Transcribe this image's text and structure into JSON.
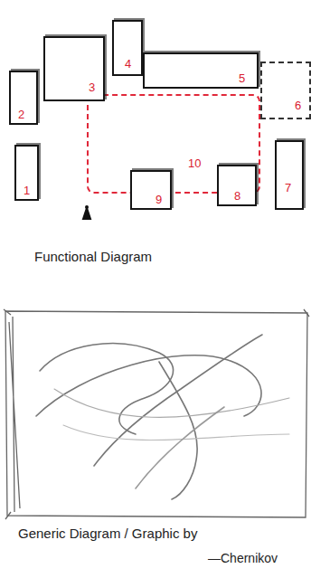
{
  "diagram": {
    "nodes": [
      {
        "text": [
          "1"
        ]
      },
      {
        "text": [
          "2"
        ]
      },
      {
        "text": [
          "3"
        ]
      },
      {
        "text": [
          "4"
        ]
      },
      {
        "text": [
          "5"
        ]
      },
      {
        "text": [
          "6"
        ]
      },
      {
        "text": [
          "7"
        ]
      },
      {
        "text": [
          "8"
        ]
      },
      {
        "text": [
          "9"
        ]
      },
      {
        "text": [
          "10"
        ]
      }
    ],
    "labels": [
      "Functional Diagram",
      "Generic Diagram / Graphic by",
      "—Chernikov"
    ]
  }
}
